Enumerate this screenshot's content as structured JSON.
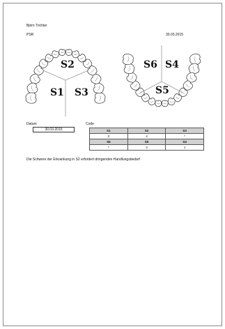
{
  "patient": {
    "name": "Björn Trichter",
    "id": "PSR"
  },
  "report_date": "30.03.2015",
  "upper_jaw": {
    "segments": [
      "S2",
      "S1",
      "S3"
    ]
  },
  "lower_jaw": {
    "segments": [
      "S6",
      "S4",
      "S5"
    ]
  },
  "datum": {
    "label": "Datum",
    "value": "30.03.2015"
  },
  "code": {
    "label": "Code",
    "rows": [
      {
        "headers": [
          "S1",
          "S2",
          "S3"
        ],
        "values": [
          "0",
          "4",
          "*"
        ]
      },
      {
        "headers": [
          "S6",
          "S5",
          "S4"
        ],
        "values": [
          "*",
          "3",
          "1"
        ]
      }
    ]
  },
  "footnote": "Die Schwere der Erkrankung in S2 erfordert dringenden Handlungsbedarf"
}
